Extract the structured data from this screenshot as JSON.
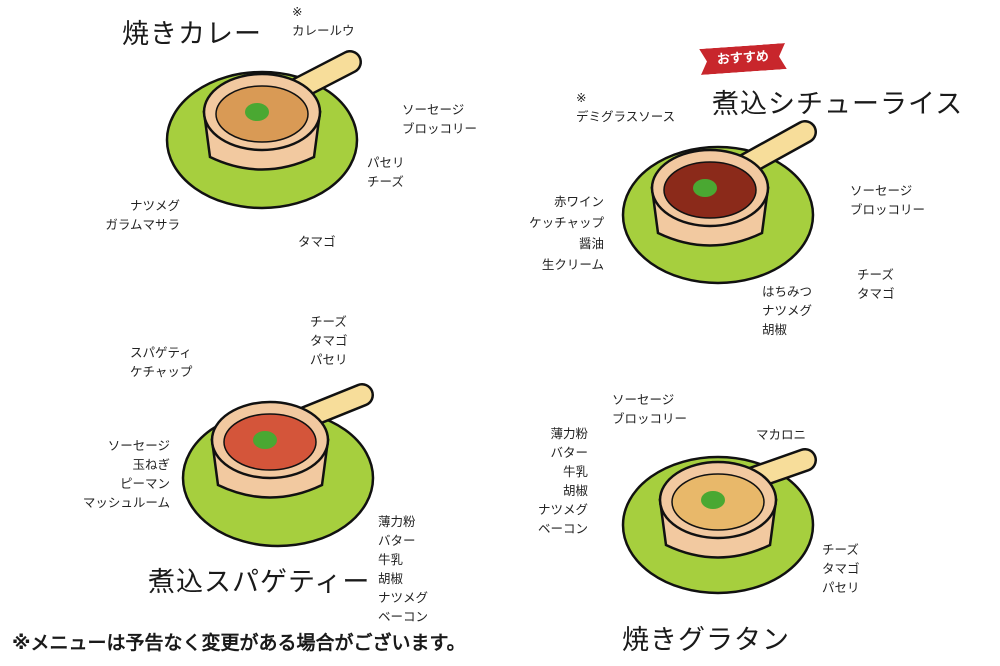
{
  "dishes": [
    {
      "title": "焼きカレー",
      "labels": [
        [
          "※",
          "カレールウ"
        ],
        [
          "ソーセージ",
          "ブロッコリー"
        ],
        [
          "パセリ",
          "チーズ"
        ],
        [
          "ナツメグ",
          "ガラムマサラ"
        ],
        [
          "タマゴ"
        ]
      ]
    },
    {
      "badge": "おすすめ",
      "title": "煮込シチューライス",
      "labels": [
        [
          "※",
          "デミグラスソース"
        ],
        [
          "ソーセージ",
          "ブロッコリー"
        ],
        [
          "赤ワイン",
          "ケッチャップ",
          "醤油",
          "生クリーム"
        ],
        [
          "チーズ",
          "タマゴ"
        ],
        [
          "はちみつ",
          "ナツメグ",
          "胡椒"
        ]
      ]
    },
    {
      "title": "煮込スパゲティー",
      "labels": [
        [
          "スパゲティ",
          "ケチャップ"
        ],
        [
          "チーズ",
          "タマゴ",
          "パセリ"
        ],
        [
          "ソーセージ",
          "玉ねぎ",
          "ピーマン",
          "マッシュルーム"
        ],
        [
          "薄力粉",
          "バター",
          "牛乳",
          "胡椒",
          "ナツメグ",
          "ベーコン"
        ]
      ]
    },
    {
      "title": "焼きグラタン",
      "labels": [
        [
          "ソーセージ",
          "ブロッコリー"
        ],
        [
          "マカロニ"
        ],
        [
          "薄力粉",
          "バター",
          "牛乳",
          "胡椒",
          "ナツメグ",
          "ベーコン"
        ],
        [
          "チーズ",
          "タマゴ",
          "パセリ"
        ]
      ]
    }
  ],
  "footer_note": "※メニューは予告なく変更がある場合がございます。",
  "colors": {
    "plate": "#a6cf3e",
    "bowl": "#f2c9a0",
    "handle": "#f7dd9a",
    "badge": "#c8262c"
  }
}
